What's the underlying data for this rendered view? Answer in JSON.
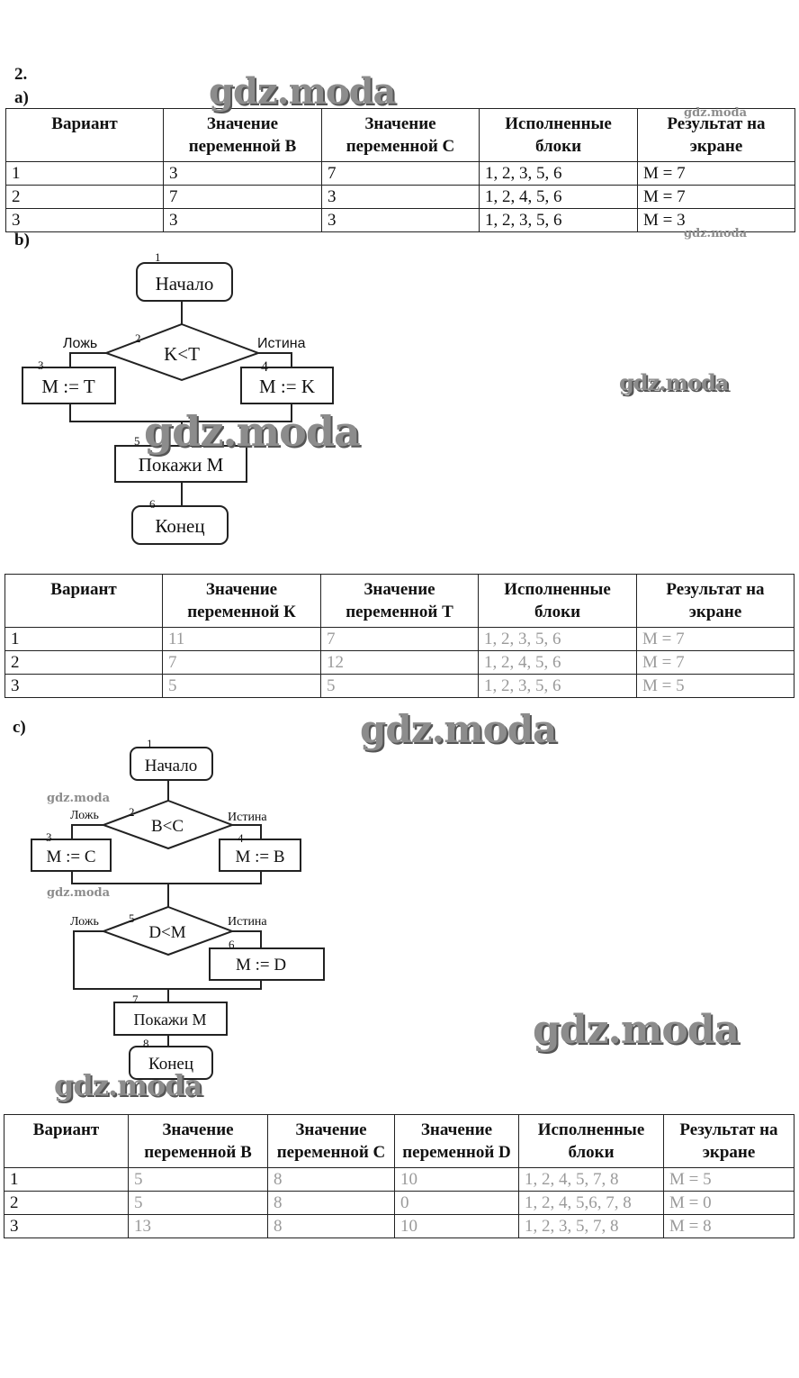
{
  "task_number": "2.",
  "watermark": "gdz.moda",
  "part_a": {
    "label": "a)",
    "headers": [
      "Вариант",
      "Значение переменной В",
      "Значение переменной С",
      "Исполненные блоки",
      "Результат на экране"
    ],
    "rows": [
      [
        "1",
        "3",
        "7",
        "1, 2, 3, 5, 6",
        "M = 7"
      ],
      [
        "2",
        "7",
        "3",
        "1, 2, 4, 5, 6",
        "M = 7"
      ],
      [
        "3",
        "3",
        "3",
        "1, 2, 3, 5, 6",
        "M = 3"
      ]
    ]
  },
  "part_b": {
    "label": "b)",
    "flowchart": {
      "start": "Начало",
      "condition": "K<T",
      "false_label": "Ложь",
      "true_label": "Истина",
      "false_block": "M := T",
      "true_block": "M := K",
      "output": "Покажи M",
      "end": "Конец",
      "numbers": [
        "1",
        "2",
        "3",
        "4",
        "5",
        "6"
      ]
    },
    "headers": [
      "Вариант",
      "Значение переменной К",
      "Значение переменной Т",
      "Исполненные блоки",
      "Результат на экране"
    ],
    "rows": [
      [
        "1",
        "11",
        "7",
        "1, 2, 3, 5, 6",
        "M = 7"
      ],
      [
        "2",
        "7",
        "12",
        "1, 2, 4, 5, 6",
        "M = 7"
      ],
      [
        "3",
        "5",
        "5",
        "1, 2, 3, 5, 6",
        "M = 5"
      ]
    ]
  },
  "part_c": {
    "label": "c)",
    "flowchart": {
      "start": "Начало",
      "condition1": "B<C",
      "false_label": "Ложь",
      "true_label": "Истина",
      "false_block": "M := C",
      "true_block": "M := B",
      "condition2": "D<M",
      "false_label2": "Ложь",
      "true_label2": "Истина",
      "true_block2": "M := D",
      "output": "Покажи M",
      "end": "Конец",
      "numbers": [
        "1",
        "2",
        "3",
        "4",
        "5",
        "6",
        "7",
        "8"
      ]
    },
    "headers": [
      "Вариант",
      "Значение переменной B",
      "Значение переменной C",
      "Значение переменной D",
      "Исполненные блоки",
      "Результат на экране"
    ],
    "rows": [
      [
        "1",
        "5",
        "8",
        "10",
        "1, 2, 4, 5, 7, 8",
        "M = 5"
      ],
      [
        "2",
        "5",
        "8",
        "0",
        "1, 2, 4, 5,6, 7, 8",
        "M = 0"
      ],
      [
        "3",
        "13",
        "8",
        "10",
        "1, 2, 3, 5, 7, 8",
        "M = 8"
      ]
    ]
  }
}
